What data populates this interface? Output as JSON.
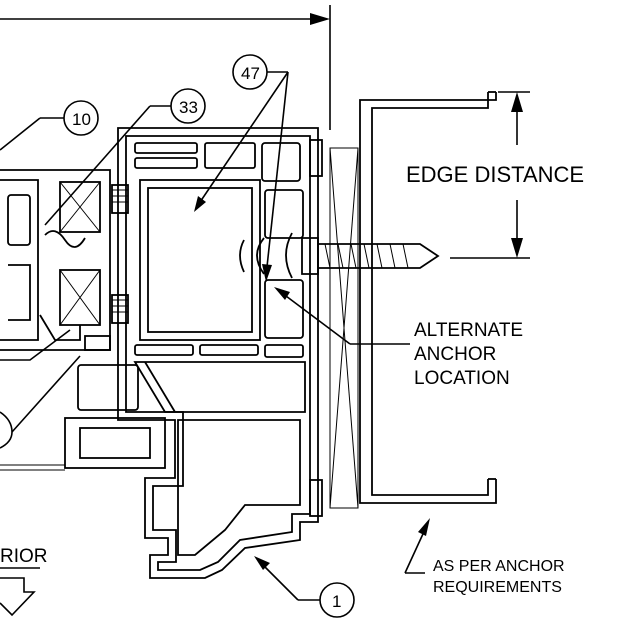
{
  "callouts": {
    "c47": "47",
    "c33": "33",
    "c10": "10",
    "c1": "1"
  },
  "labels": {
    "edge_distance": "EDGE DISTANCE",
    "alternate_line1": "ALTERNATE",
    "alternate_line2": "ANCHOR",
    "alternate_line3": "LOCATION",
    "as_per_line1": "AS PER ANCHOR",
    "as_per_line2": "REQUIREMENTS",
    "exterior_partial": "RIOR"
  },
  "colors": {
    "ink": "#000000",
    "background": "#ffffff"
  }
}
